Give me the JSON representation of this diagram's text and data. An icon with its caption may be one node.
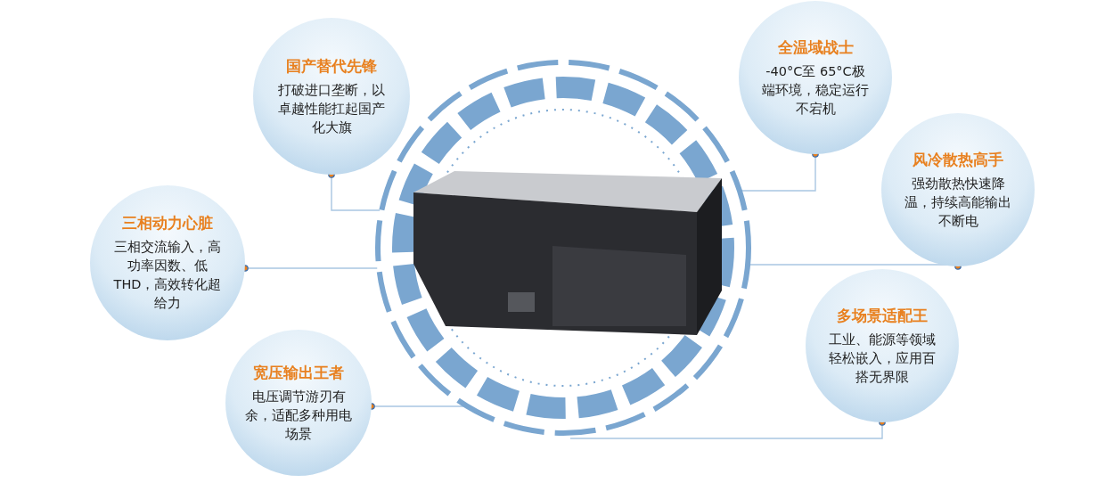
{
  "diagram": {
    "nodes": [
      {
        "text": [],
        "shape": "picture"
      },
      {
        "text": [
          "国产替代先锋",
          "打破进口垄断，以卓越性能扛起国产化大旗"
        ]
      },
      {
        "text": [
          "全温域战士",
          "-40°C至 65°C极端环境，稳定运行不宕机"
        ]
      },
      {
        "text": [
          "三相动力心脏",
          "三相交流输入，高功率因数、低THD，高效转化超给力"
        ]
      },
      {
        "text": [
          "风冷散热高手",
          "强劲散热快速降温，持续高能输出不断电"
        ]
      },
      {
        "text": [
          "多场景适配王",
          "工业、能源等领域轻松嵌入，应用百搭无界限"
        ]
      },
      {
        "text": [
          "宽压输出王者",
          "电压调节游刃有余，适配多种用电场景"
        ]
      }
    ],
    "edges": [
      {
        "from": 1,
        "to": 0,
        "arrow": "other"
      },
      {
        "from": 2,
        "to": 0,
        "arrow": "other"
      },
      {
        "from": 3,
        "to": 0,
        "arrow": "other"
      },
      {
        "from": 4,
        "to": 0,
        "arrow": "other"
      },
      {
        "from": 5,
        "to": 0,
        "arrow": "other"
      },
      {
        "from": 6,
        "to": 0,
        "arrow": "other"
      }
    ]
  }
}
